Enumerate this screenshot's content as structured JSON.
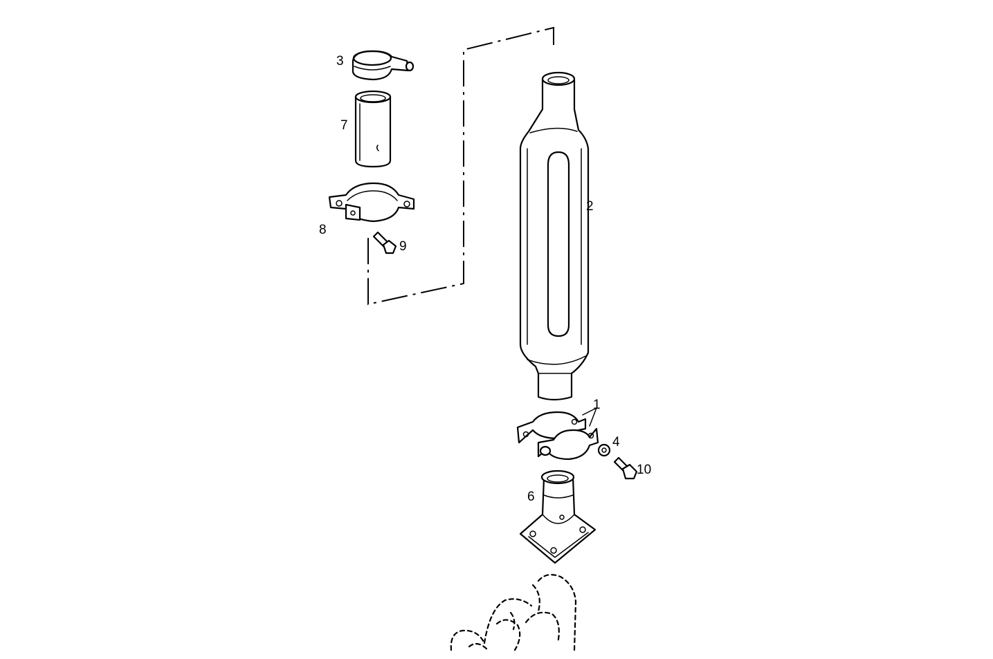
{
  "callouts": {
    "c1": "1",
    "c2": "2",
    "c3": "3",
    "c4": "4",
    "c6": "6",
    "c7": "7",
    "c8": "8",
    "c9": "9",
    "c10": "10"
  },
  "colors": {
    "line": "#000000",
    "background": "#ffffff"
  }
}
